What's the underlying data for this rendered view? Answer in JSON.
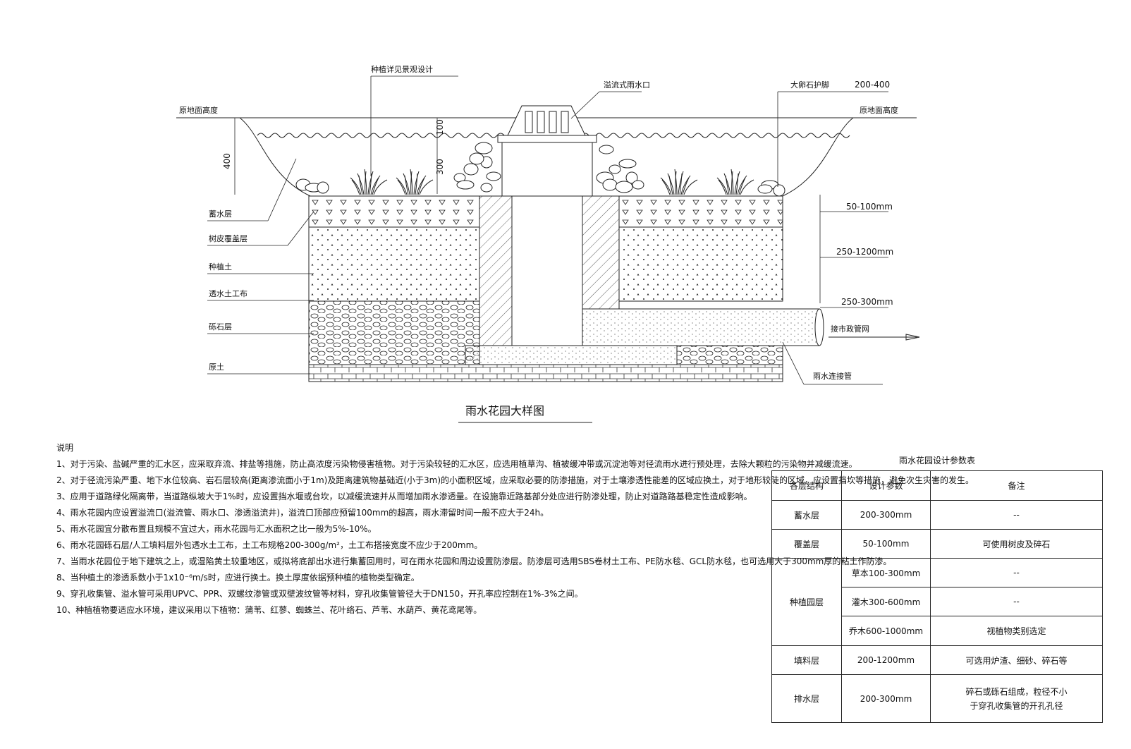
{
  "drawing": {
    "labels": {
      "planting": "种植详见景观设计",
      "overflow_inlet": "溢流式雨水口",
      "cobble_apron": "大卵石护脚",
      "cobble_dim": "200-400",
      "orig_ground_left": "原地面高度",
      "orig_ground_right": "原地面高度",
      "dim_400": "400",
      "dim_100": "100",
      "dim_300": "300",
      "storage": "蓄水层",
      "mulch": "树皮覆盖层",
      "soil": "种植土",
      "geotextile": "透水土工布",
      "gravel": "砾石层",
      "native_soil": "原土",
      "dim_a": "50-100mm",
      "dim_b": "250-1200mm",
      "dim_c": "250-300mm",
      "to_sewer": "接市政管网",
      "connector_pipe": "雨水连接管"
    },
    "title": "雨水花园大样图"
  },
  "notes": {
    "heading": "说明",
    "items": [
      "1、对于污染、盐碱严重的汇水区，应采取弃流、排盐等措施，防止高浓度污染物侵害植物。对于污染较轻的汇水区，应选用植草沟、植被缓冲带或沉淀池等对径流雨水进行预处理，去除大颗粒的污染物并减缓流速。",
      "2、对于径流污染严重、地下水位较高、岩石层较高(距离渗流面小于1m)及距离建筑物基础近(小于3m)的小面积区域，应采取必要的防渗措施，对于土壤渗透性能差的区域应换土，对于地形较陡的区域，应设置挡坎等措施，避免次生灾害的发生。",
      "3、应用于道路绿化隔离带，当道路纵坡大于1%时，应设置挡水堰或台坎，以减缓流速并从而增加雨水渗透量。在设施靠近路基部分处应进行防渗处理，防止对道路路基稳定性造成影响。",
      "4、雨水花园内应设置溢流口(溢流管、雨水口、渗透溢流井)，溢流口顶部应预留100mm的超高，雨水滞留时间一般不应大于24h。",
      "5、雨水花园宜分散布置且规模不宜过大，雨水花园与汇水面积之比一般为5%-10%。",
      "6、雨水花园砾石层/人工填料层外包透水土工布，土工布规格200-300g/m²，土工布搭接宽度不应少于200mm。",
      "7、当雨水花园位于地下建筑之上，或湿陷黄土较重地区，或拟将底部出水进行集蓄回用时，可在雨水花园和周边设置防渗层。防渗层可选用SBS卷材土工布、PE防水毯、GCL防水毯，也可选用大于300mm厚的粘土作防渗。",
      "8、当种植土的渗透系数小于1x10⁻⁶m/s时，应进行换土。换土厚度依据预种植的植物类型确定。",
      "9、穿孔收集管、溢水管可采用UPVC、PPR、双螺纹渗管或双壁波纹管等材料，穿孔收集管管径大于DN150，开孔率应控制在1%-3%之间。",
      "10、种植植物要适应水环境，建议采用以下植物：蒲苇、红蓼、蜘蛛兰、花叶络石、芦苇、水葫芦、黄花鸢尾等。"
    ]
  },
  "table": {
    "caption": "雨水花园设计参数表",
    "headers": [
      "各层结构",
      "设计参数",
      "备注"
    ],
    "rows": [
      {
        "layer": "蓄水层",
        "param": "200-300mm",
        "note": "--"
      },
      {
        "layer": "覆盖层",
        "param": "50-100mm",
        "note": "可使用树皮及碎石"
      },
      {
        "layer": "种植园层",
        "sub": [
          {
            "param": "草本100-300mm",
            "note": "--"
          },
          {
            "param": "灌木300-600mm",
            "note": "--"
          },
          {
            "param": "乔木600-1000mm",
            "note": "视植物类别选定"
          }
        ]
      },
      {
        "layer": "填料层",
        "param": "200-1200mm",
        "note": "可选用炉渣、细砂、碎石等"
      },
      {
        "layer": "排水层",
        "param": "200-300mm",
        "note_l1": "碎石或砾石组成，粒径不小",
        "note_l2": "于穿孔收集管的开孔孔径"
      }
    ]
  }
}
